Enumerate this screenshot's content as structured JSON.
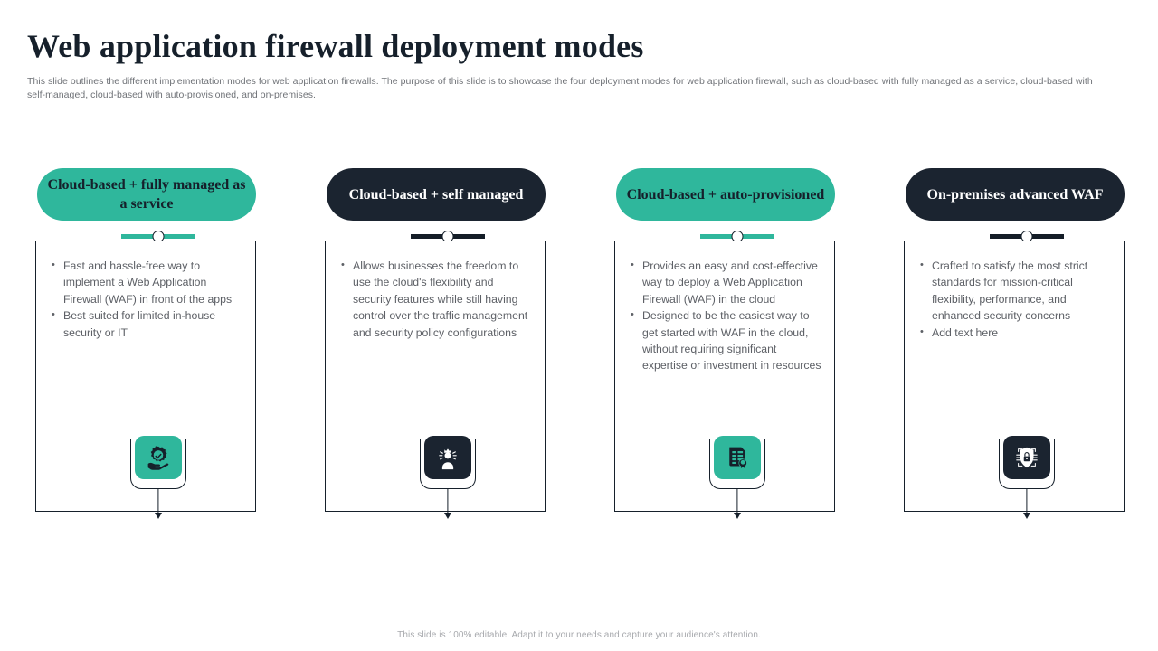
{
  "slide": {
    "title": "Web application firewall deployment modes",
    "subtitle": "This slide outlines the different implementation modes for web application firewalls. The purpose of this slide is to showcase the four deployment modes for web application firewall, such as cloud-based with fully managed as a service, cloud-based with self-managed, cloud-based with auto-provisioned, and on-premises.",
    "footer": "This slide is 100% editable. Adapt it to your needs and capture your audience's attention."
  },
  "colors": {
    "teal": "#2fb79c",
    "dark": "#1b2430",
    "text_body": "#5d6066",
    "text_title": "#16202b",
    "subtitle": "#6f7277",
    "footer": "#a7a9ad"
  },
  "cards": [
    {
      "title": "Cloud-based + fully managed as a service",
      "theme": "teal",
      "icon": "hand-holding-gear-check-icon",
      "bullets": [
        "Fast and hassle-free way to implement a Web Application Firewall (WAF) in front of the apps",
        "Best suited for limited in-house security or IT"
      ]
    },
    {
      "title": "Cloud-based + self managed",
      "theme": "dark",
      "icon": "person-idea-crown-icon",
      "bullets": [
        "Allows businesses the freedom to use the cloud's flexibility and security features while still having control over the traffic management and security policy configurations"
      ]
    },
    {
      "title": "Cloud-based + auto-provisioned",
      "theme": "teal",
      "icon": "certificate-document-icon",
      "bullets": [
        "Provides an easy and cost-effective way to deploy a Web Application Firewall (WAF) in the cloud",
        "Designed to be the easiest way to get started with WAF in the cloud, without requiring significant expertise or investment in resources"
      ]
    },
    {
      "title": "On-premises advanced WAF",
      "theme": "dark",
      "icon": "shield-lock-circuit-icon",
      "bullets": [
        "Crafted to satisfy the most strict standards for mission-critical flexibility, performance, and enhanced security concerns",
        "Add text here"
      ]
    }
  ]
}
